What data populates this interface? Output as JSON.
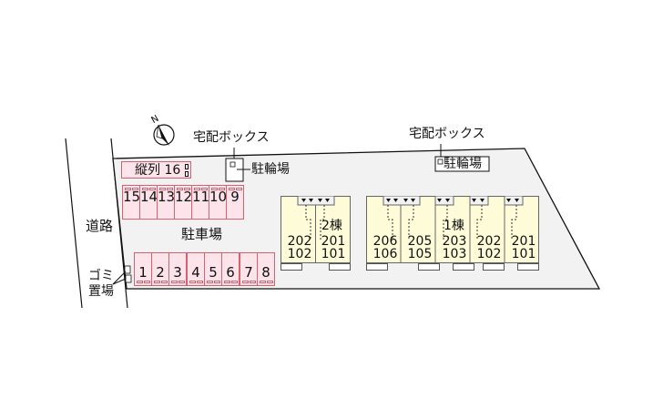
{
  "colors": {
    "site_fill": "#f2f2f2",
    "parking_fill": "#fde3ea",
    "parking_border": "#d9606e",
    "building_fill": "#fdfbd8",
    "outline": "#111111"
  },
  "compass": {
    "icon": "north-arrow-icon",
    "letter": "N"
  },
  "labels": {
    "road": "道路",
    "parking_lot": "駐車場",
    "garbage_1": "ゴミ",
    "garbage_2": "置場",
    "delivery_box_left": "宅配ボックス",
    "delivery_box_right": "宅配ボックス",
    "bicycle_left": "駐輪場",
    "bicycle_right": "駐輪場",
    "tandem_parking": "縦列 16"
  },
  "parking_top_row": [
    "15",
    "14",
    "13",
    "12",
    "11",
    "10",
    "9"
  ],
  "parking_bottom_row": [
    "1",
    "2",
    "3",
    "4",
    "5",
    "6",
    "7",
    "8"
  ],
  "buildings": [
    {
      "name": "2棟",
      "units": [
        {
          "upper": "202",
          "lower": "102"
        },
        {
          "upper": "201",
          "lower": "101"
        }
      ]
    },
    {
      "name": "1棟",
      "units": [
        {
          "upper": "206",
          "lower": "106"
        },
        {
          "upper": "205",
          "lower": "105"
        },
        {
          "upper": "203",
          "lower": "103"
        },
        {
          "upper": "202",
          "lower": "102"
        },
        {
          "upper": "201",
          "lower": "101"
        }
      ]
    }
  ]
}
